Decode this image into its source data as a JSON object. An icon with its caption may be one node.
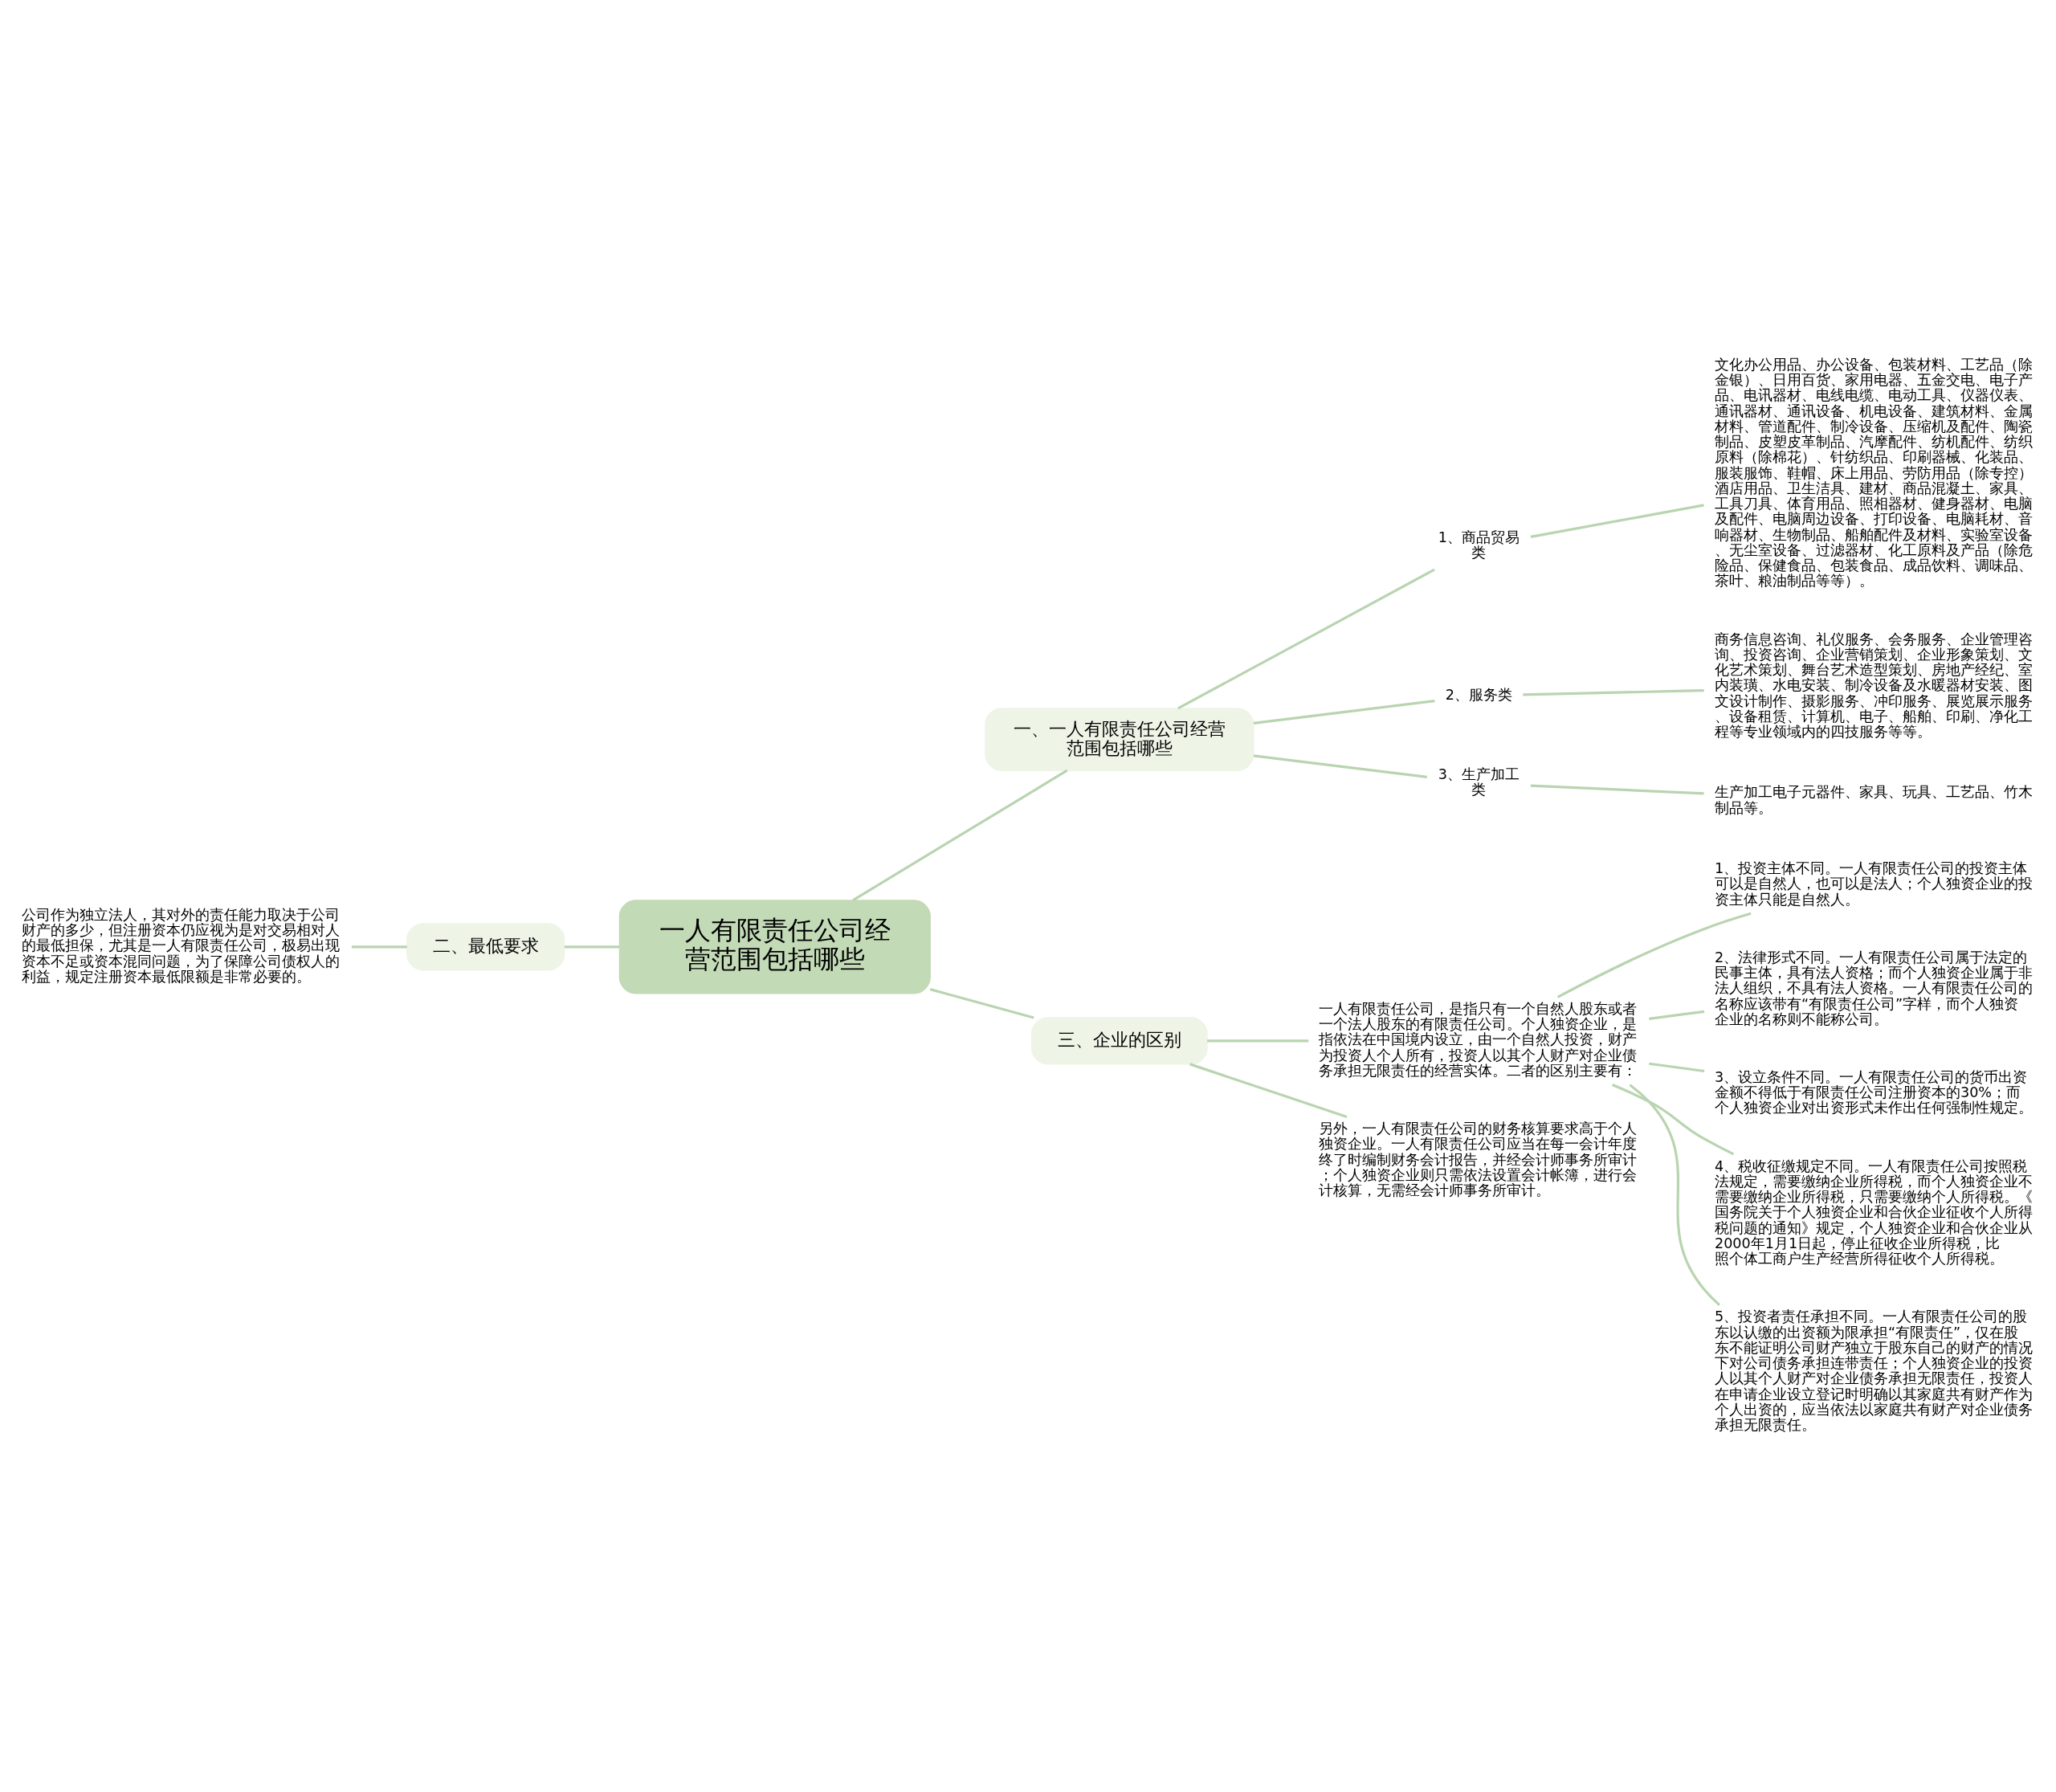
{
  "diagram": {
    "nodes": [
      {
        "text": [
          "一人有限责任公司经营范围包括哪些"
        ]
      },
      {
        "text": [
          "一、一人有限责任公司经营范围包括哪些"
        ]
      },
      {
        "text": [
          "1、商品贸易类"
        ]
      },
      {
        "text": [
          "文化办公用品、办公设备、包装材料、工艺品（除金银）、日用百货、家用电器、五金交电、电子产品、电讯器材、电线电缆、电动工具、仪器仪表、通讯器材、通讯设备、机电设备、建筑材料、金属材料、管道配件、制冷设备、压缩机及配件、陶瓷制品、皮塑皮革制品、汽摩配件、纺机配件、纺织原料（除棉花）、针纺织品、印刷器械、化装品、服装服饰、鞋帽、床上用品、劳防用品（除专控）酒店用品、卫生洁具、建材、商品混凝土、家具、工具刀具、体育用品、照相器材、健身器材、电脑及配件、电脑周边设备、打印设备、电脑耗材、音响器材、生物制品、船舶配件及材料、实验室设备、无尘室设备、过滤器材、化工原料及产品（除危险品、保健食品、包装食品、成品饮料、调味品、茶叶、粮油制品等等）。"
        ]
      },
      {
        "text": [
          "2、服务类"
        ]
      },
      {
        "text": [
          "商务信息咨询、礼仪服务、会务服务、企业管理咨询、投资咨询、企业营销策划、企业形象策划、文化艺术策划、舞台艺术造型策划、房地产经纪、室内装璜、水电安装、制冷设备及水暖器材安装、图文设计制作、摄影服务、冲印服务、展览展示服务、设备租赁、计算机、电子、船舶、印刷、净化工程等专业领域内的四技服务等等。"
        ]
      },
      {
        "text": [
          "3、生产加工类"
        ]
      },
      {
        "text": [
          "生产加工电子元器件、家具、玩具、工艺品、竹木制品等。"
        ]
      },
      {
        "text": [
          "二、最低要求"
        ]
      },
      {
        "text": [
          "公司作为独立法人，其对外的责任能力取决于公司财产的多少，但注册资本仍应视为是对交易相对人的最低担保，尤其是一人有限责任公司，极易出现资本不足或资本混同问题，为了保障公司债权人的利益，规定注册资本最低限额是非常必要的。"
        ]
      },
      {
        "text": [
          "三、企业的区别"
        ]
      },
      {
        "text": [
          "一人有限责任公司，是指只有一个自然人股东或者一个法人股东的有限责任公司。个人独资企业，是指依法在中国境内设立，由一个自然人投资，财产为投资人个人所有，投资人以其个人财产对企业债务承担无限责任的经营实体。二者的区别主要有："
        ]
      },
      {
        "text": [
          "1、投资主体不同。一人有限责任公司的投资主体可以是自然人，也可以是法人；个人独资企业的投资主体只能是自然人。"
        ]
      },
      {
        "text": [
          "2、法律形式不同。一人有限责任公司属于法定的民事主体，具有法人资格；而个人独资企业属于非法人组织，不具有法人资格。一人有限责任公司的名称应该带有“有限责任公司”字样，而个人独资企业的名称则不能称公司。"
        ]
      },
      {
        "text": [
          "3、设立条件不同。一人有限责任公司的货币出资金额不得低于有限责任公司注册资本的30%；而个人独资企业对出资形式未作出任何强制性规定。"
        ]
      },
      {
        "text": [
          "4、税收征缴规定不同。一人有限责任公司按照税法规定，需要缴纳企业所得税，而个人独资企业不需要缴纳企业所得税，只需要缴纳个人所得税。《国务院关于个人独资企业和合伙企业征收个人所得税问题的通知》规定，个人独资企业和合伙企业从2000年1月1日起，停止征收企业所得税，比照个体工商户生产经营所得征收个人所得税。"
        ]
      },
      {
        "text": [
          "5、投资者责任承担不同。一人有限责任公司的股东以认缴的出资额为限承担“有限责任”，仅在股东不能证明公司财产独立于股东自己的财产的情况下对公司债务承担连带责任；个人独资企业的投资人以其个人财产对企业债务承担无限责任，投资人在申请企业设立登记时明确以其家庭共有财产作为个人出资的，应当依法以家庭共有财产对企业债务承担无限责任。"
        ]
      },
      {
        "text": [
          "另外，一人有限责任公司的财务核算要求高于个人独资企业。一人有限责任公司应当在每一会计年度终了时编制财务会计报告，并经会计师事务所审计；个人独资企业则只需依法设置会计帐簿，进行会计核算，无需经会计师事务所审计。"
        ]
      }
    ],
    "edges": [
      {
        "from": 0,
        "to": 1,
        "arrow": "none"
      },
      {
        "from": 1,
        "to": 2,
        "arrow": "none"
      },
      {
        "from": 2,
        "to": 3,
        "arrow": "none"
      },
      {
        "from": 1,
        "to": 4,
        "arrow": "none"
      },
      {
        "from": 4,
        "to": 5,
        "arrow": "none"
      },
      {
        "from": 1,
        "to": 6,
        "arrow": "none"
      },
      {
        "from": 6,
        "to": 7,
        "arrow": "none"
      },
      {
        "from": 0,
        "to": 8,
        "arrow": "none"
      },
      {
        "from": 8,
        "to": 9,
        "arrow": "none"
      },
      {
        "from": 0,
        "to": 10,
        "arrow": "none"
      },
      {
        "from": 10,
        "to": 11,
        "arrow": "none"
      },
      {
        "from": 11,
        "to": 12,
        "arrow": "none"
      },
      {
        "from": 11,
        "to": 13,
        "arrow": "none"
      },
      {
        "from": 11,
        "to": 14,
        "arrow": "none"
      },
      {
        "from": 11,
        "to": 15,
        "arrow": "none"
      },
      {
        "from": 11,
        "to": 16,
        "arrow": "none"
      },
      {
        "from": 10,
        "to": 17,
        "arrow": "none"
      }
    ]
  }
}
